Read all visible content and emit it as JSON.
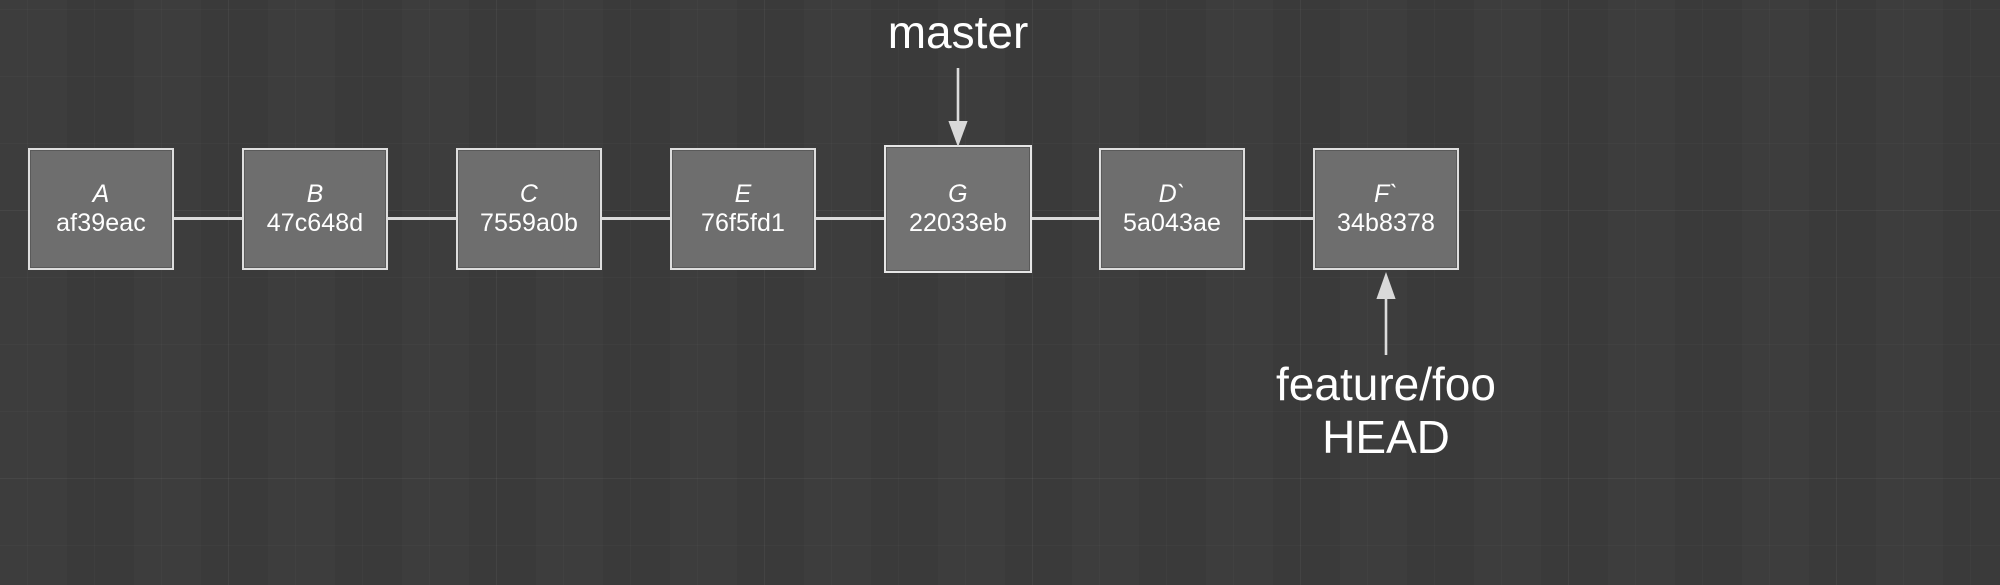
{
  "diagram": {
    "title": "git-commit-graph",
    "background_color": "#3b3b3b",
    "node_fill_color": "#6e6e6e",
    "node_border_color": "#dedede",
    "text_color": "#ffffff",
    "edge_color": "#dcdcdc"
  },
  "commits": [
    {
      "letter": "A",
      "hash": "af39eac"
    },
    {
      "letter": "B",
      "hash": "47c648d"
    },
    {
      "letter": "C",
      "hash": "7559a0b"
    },
    {
      "letter": "E",
      "hash": "76f5fd1"
    },
    {
      "letter": "G",
      "hash": "22033eb"
    },
    {
      "letter": "D`",
      "hash": "5a043ae"
    },
    {
      "letter": "F`",
      "hash": "34b8378"
    }
  ],
  "refs": {
    "master": {
      "label": "master",
      "points_to": "22033eb"
    },
    "feature": {
      "line1": "feature/foo",
      "line2": "HEAD",
      "points_to": "34b8378"
    }
  },
  "icons": {
    "master_arrow": "arrow-down-icon",
    "feature_arrow": "arrow-up-icon"
  }
}
